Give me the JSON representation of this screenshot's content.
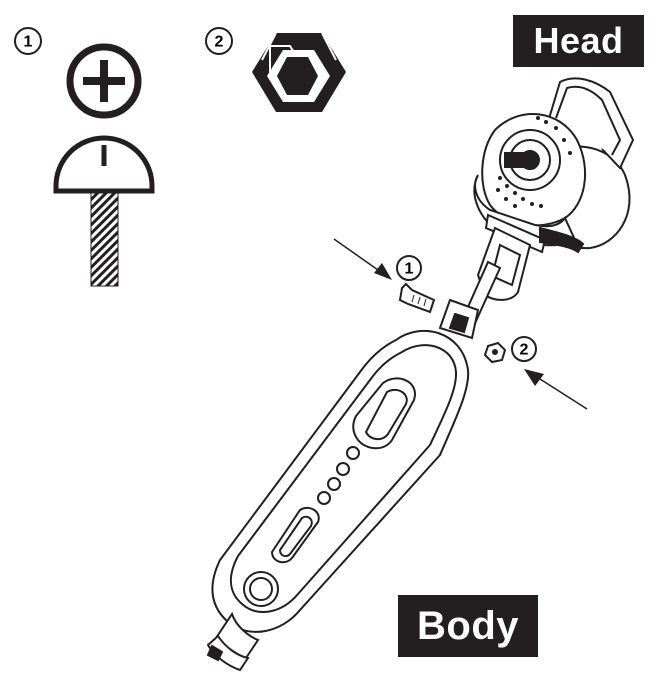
{
  "labels": {
    "head": "Head",
    "body": "Body"
  },
  "callouts": {
    "screw": "1",
    "nut": "2"
  },
  "legend": [
    {
      "number": "1",
      "part": "phillips-screw-icon"
    },
    {
      "number": "2",
      "part": "hex-nut-icon"
    }
  ],
  "colors": {
    "ink": "#231f20",
    "background": "#ffffff"
  }
}
